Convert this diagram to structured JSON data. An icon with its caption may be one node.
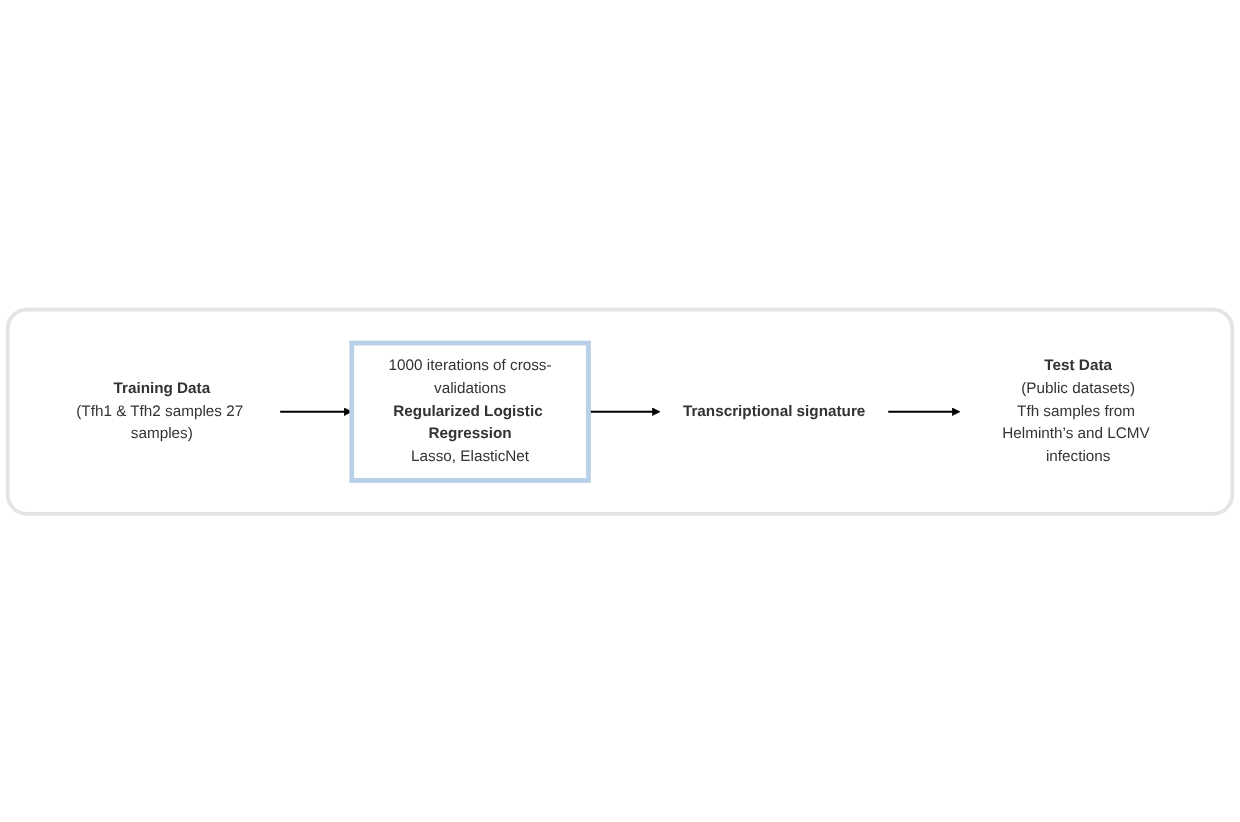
{
  "diagram": {
    "nodes": [
      {
        "text": [],
        "shape": "box"
      },
      {
        "text": [
          "Training Data",
          "(Tfh1 & Tfh2 samples 27 samples)"
        ],
        "in": 0
      },
      {
        "text": [
          "1000 iterations of cross-validations",
          "Regularized Logistic Regression",
          "Lasso, ElasticNet"
        ],
        "in": 0
      },
      {
        "text": [
          "Transcriptional signature"
        ],
        "in": 0
      },
      {
        "text": [
          "Test Data",
          "(Public datasets)",
          "Tfh samples from Helminth’s and LCMV infections"
        ],
        "in": 0
      }
    ],
    "edges": [
      {
        "from": 1,
        "to": 2,
        "arrow": "to"
      },
      {
        "from": 2,
        "to": 3,
        "arrow": "to"
      },
      {
        "from": 3,
        "to": 4,
        "arrow": "to"
      }
    ]
  }
}
